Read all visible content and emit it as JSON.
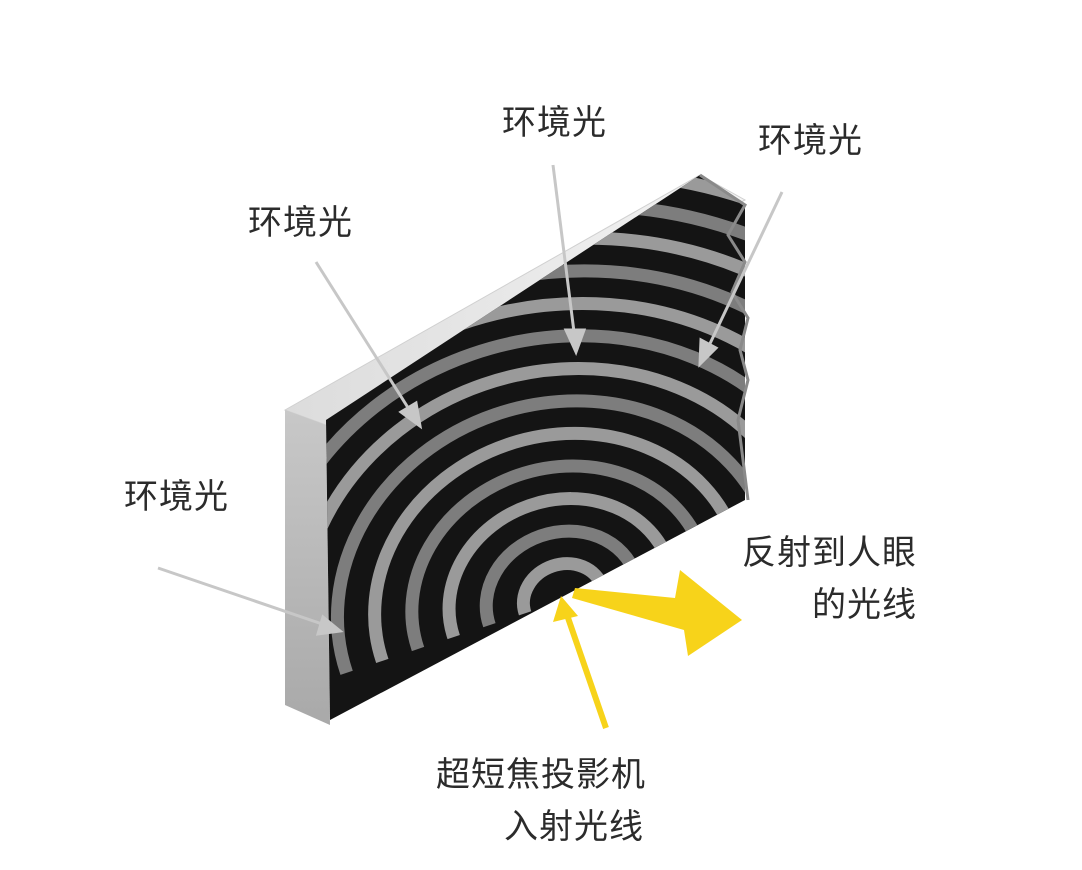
{
  "labels": {
    "ambient_top_center": "环境光",
    "ambient_top_right": "环境光",
    "ambient_top_left": "环境光",
    "ambient_left": "环境光",
    "reflected_line1": "反射到人眼",
    "reflected_line2": "的光线",
    "projector_line1": "超短焦投影机",
    "projector_line2": "入射光线"
  },
  "colors": {
    "background": "#ffffff",
    "screen_front": "#141414",
    "ridge_light": "#9a9a9a",
    "screen_top_edge": "#e8e8e8",
    "screen_side_edge": "#bdbdbd",
    "ambient_arrow": "#c7c7c7",
    "projector_arrow": "#f7d31a",
    "text": "#2b2b2b"
  }
}
